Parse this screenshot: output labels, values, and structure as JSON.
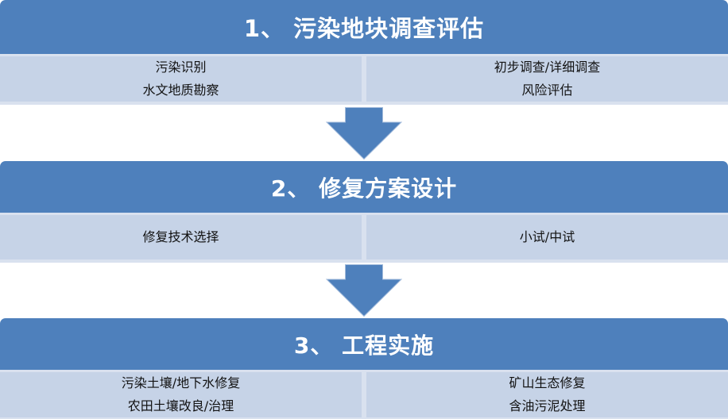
{
  "colors": {
    "header_blue": "#4e80bc",
    "band_light": "#c6d3e7",
    "band_divider": "#d9e1ef",
    "arrow_blue": "#4e80bc",
    "header_text": "#ffffff",
    "item_text": "#121212"
  },
  "diagram": {
    "type": "vertical-process-flow",
    "stages": [
      {
        "title": "1、 污染地块调查评估",
        "columns": [
          {
            "items": [
              "污染识别",
              "水文地质勘察"
            ]
          },
          {
            "items": [
              "初步调查/详细调查",
              "风险评估"
            ]
          }
        ]
      },
      {
        "title": "2、 修复方案设计",
        "columns": [
          {
            "items": [
              "修复技术选择"
            ]
          },
          {
            "items": [
              "小试/中试"
            ]
          }
        ]
      },
      {
        "title": "3、 工程实施",
        "columns": [
          {
            "items": [
              "污染土壤/地下水修复",
              "农田土壤改良/治理"
            ]
          },
          {
            "items": [
              "矿山生态修复",
              "含油污泥处理"
            ]
          }
        ]
      }
    ],
    "connectors": [
      "down-arrow",
      "down-arrow"
    ]
  }
}
